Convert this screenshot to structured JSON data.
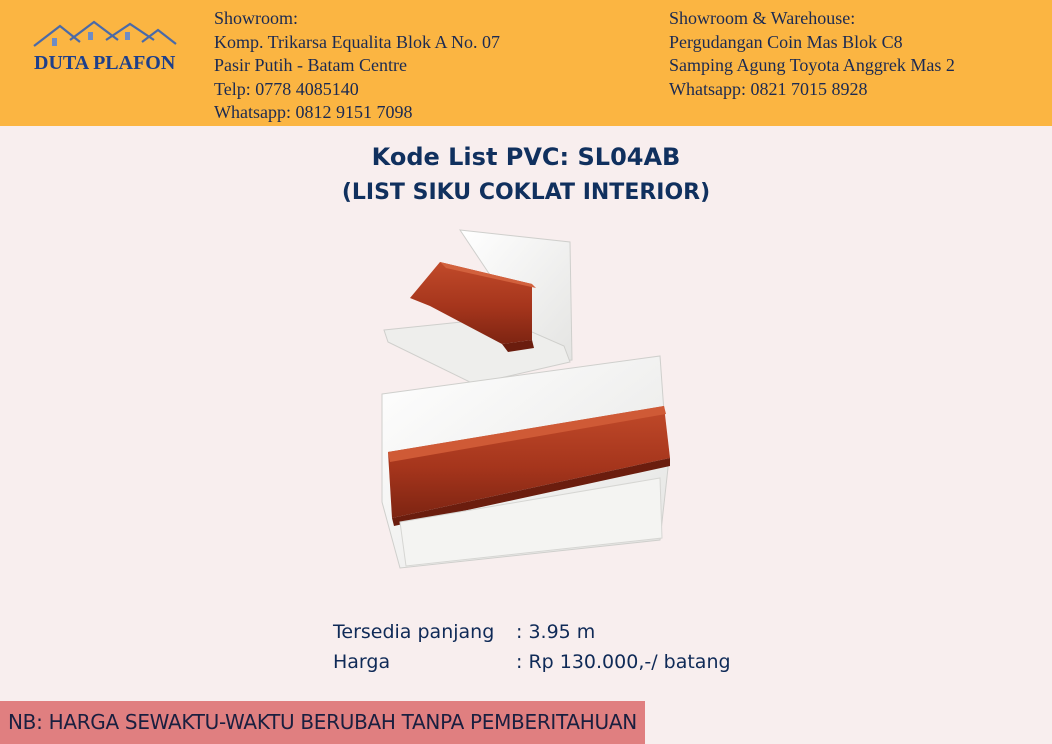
{
  "header": {
    "background_color": "#fbb542",
    "logo": {
      "text": "DUTA PLAFON",
      "icon": "house-roofs-logo-icon",
      "color": "#1e3f8a"
    },
    "showroom": {
      "title": "Showroom:",
      "lines": [
        "Komp. Trikarsa Equalita Blok A No. 07",
        "Pasir Putih - Batam Centre",
        "Telp: 0778 4085140",
        "Whatsapp: 0812 9151 7098"
      ]
    },
    "warehouse": {
      "title": "Showroom & Warehouse:",
      "lines": [
        "Pergudangan Coin Mas Blok C8",
        "Samping Agung Toyota Anggrek Mas 2",
        "Whatsapp: 0821 7015 8928"
      ]
    }
  },
  "product": {
    "title": "Kode List PVC: SL04AB",
    "subtitle": "(LIST SIKU COKLAT INTERIOR)",
    "image_icon": "pvc-corner-trim-image",
    "colors": {
      "trim": "#a8381f",
      "panel": "#f3f3f1"
    }
  },
  "specs": [
    {
      "label": "Tersedia panjang",
      "value": ": 3.95 m"
    },
    {
      "label": "Harga",
      "value": ": Rp 130.000,-/ batang"
    }
  ],
  "footer": {
    "note": "NB: HARGA SEWAKTU-WAKTU BERUBAH TANPA PEMBERITAHUAN",
    "background_color": "#e07f80"
  }
}
